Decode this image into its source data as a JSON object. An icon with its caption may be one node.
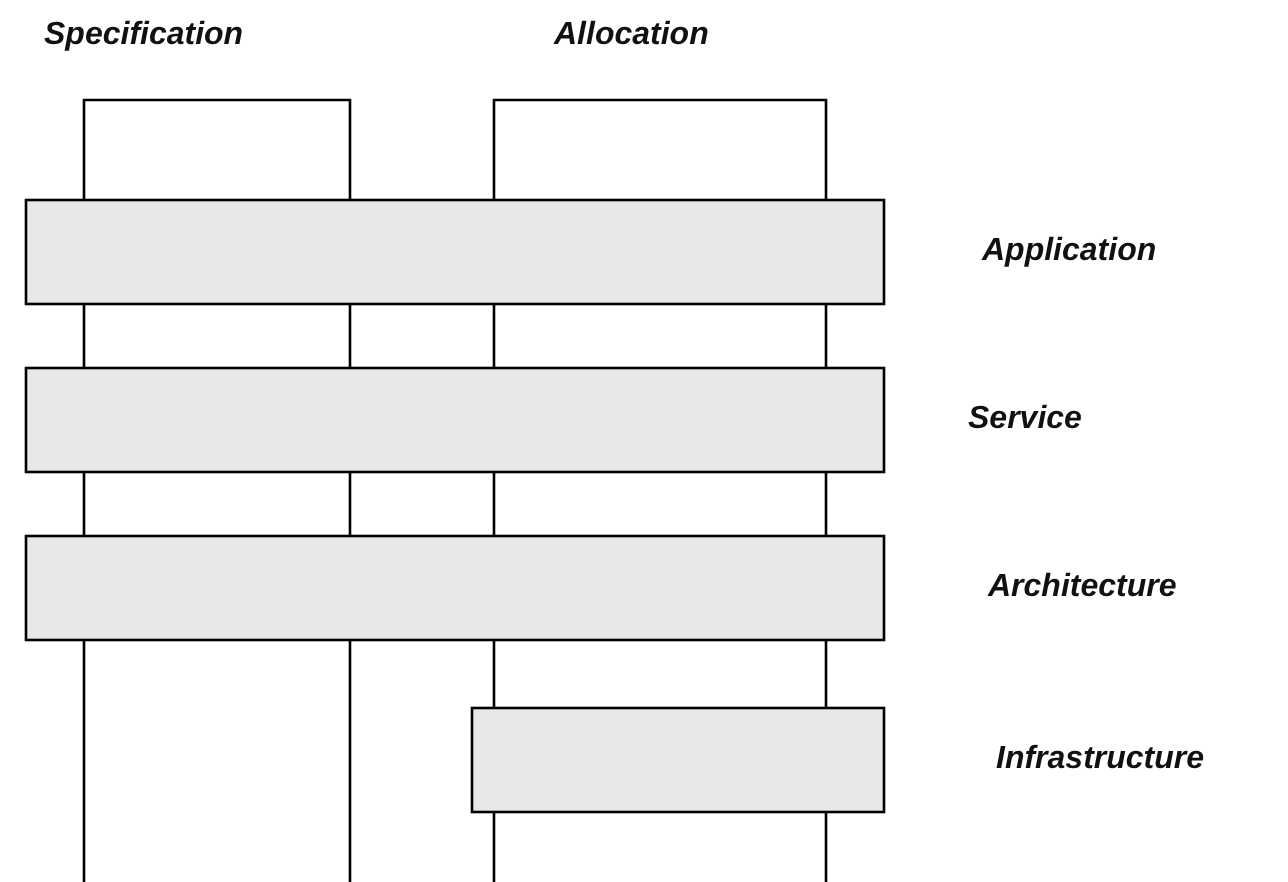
{
  "diagram": {
    "nodes": [
      {
        "text": [
          "Specification"
        ]
      },
      {
        "text": [
          "Allocation"
        ]
      },
      {
        "text": [],
        "shape": "bar",
        "beside": [
          "Application"
        ]
      },
      {
        "text": [],
        "shape": "bar",
        "beside": [
          "Service"
        ]
      },
      {
        "text": [],
        "shape": "bar",
        "beside": [
          "Architecture"
        ]
      },
      {
        "text": [],
        "shape": "bar",
        "beside": [
          "Infrastructure"
        ]
      }
    ]
  }
}
